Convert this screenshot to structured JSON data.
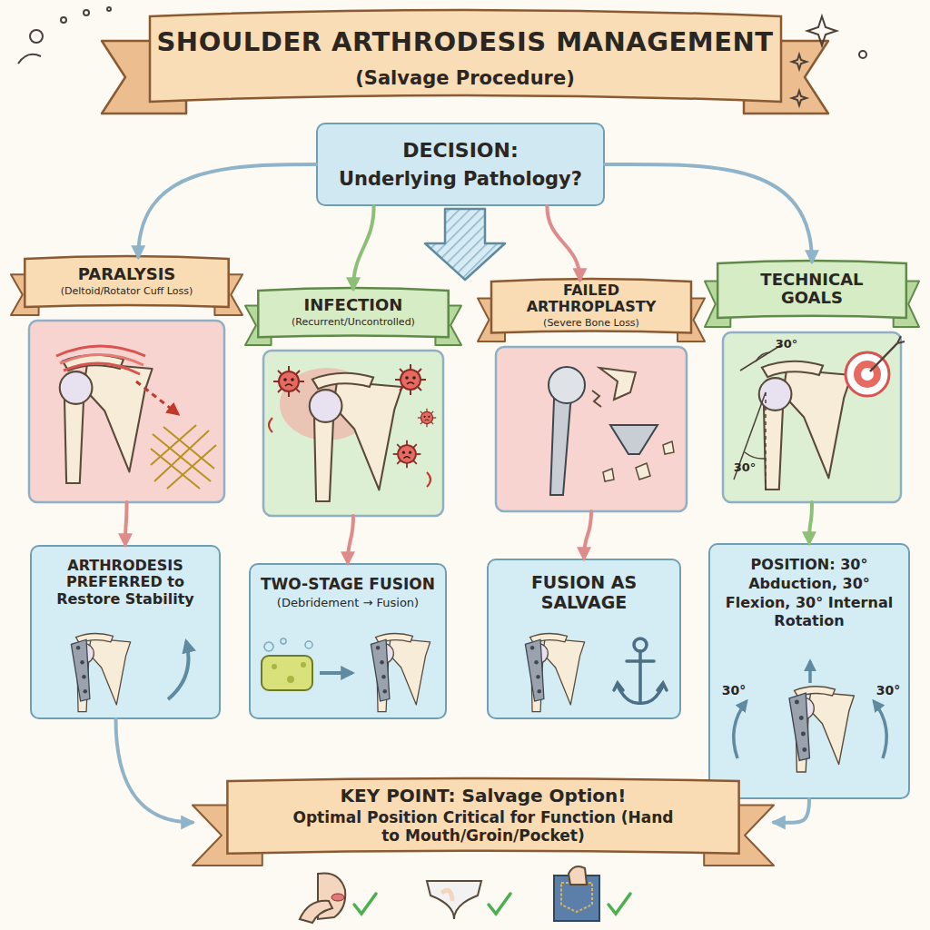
{
  "diagram": {
    "title": "SHOULDER ARTHRODESIS MANAGEMENT",
    "nodes": [
      {
        "text": [
          "DECISION:",
          "Underlying Pathology?"
        ]
      },
      {
        "text": [
          "PARALYSIS",
          "(Deltoid/Rotator Cuff Loss)"
        ]
      },
      {
        "text": [
          "ARTHRODESIS PREFERRED to Restore Stability"
        ]
      },
      {
        "text": [
          "INFECTION",
          "(Recurrent/Uncontrolled)"
        ]
      },
      {
        "text": [
          "TWO-STAGE FUSION",
          "(Debridement → Fusion)"
        ]
      },
      {
        "text": [
          "FAILED ARTHROPLASTY",
          "(Severe Bone Loss)"
        ]
      },
      {
        "text": [
          "FUSION AS SALVAGE"
        ]
      },
      {
        "text": [
          "TECHNICAL GOALS"
        ]
      },
      {
        "text": [
          "POSITION: 30° Abduction, 30° Flexion, 30° Internal Rotation"
        ]
      },
      {
        "text": [
          "KEY POINT: Salvage Option!",
          "Optimal Position Critical for Function (Hand to Mouth/Groin/Pocket)"
        ]
      }
    ],
    "edges": [
      {
        "from": 0,
        "to": 1,
        "arrow": "to"
      },
      {
        "from": 0,
        "to": 3,
        "arrow": "to"
      },
      {
        "from": 0,
        "to": 5,
        "arrow": "to"
      },
      {
        "from": 0,
        "to": 7,
        "arrow": "to"
      },
      {
        "from": 1,
        "to": 2,
        "arrow": "to"
      },
      {
        "from": 3,
        "to": 4,
        "arrow": "to"
      },
      {
        "from": 5,
        "to": 6,
        "arrow": "to"
      },
      {
        "from": 7,
        "to": 8,
        "arrow": "to"
      },
      {
        "from": 2,
        "to": 9,
        "arrow": "to"
      },
      {
        "from": 8,
        "to": 9,
        "arrow": "to"
      }
    ],
    "labels": [
      "(Salvage Procedure)",
      "30°",
      "30°",
      "30°",
      "30°"
    ]
  }
}
